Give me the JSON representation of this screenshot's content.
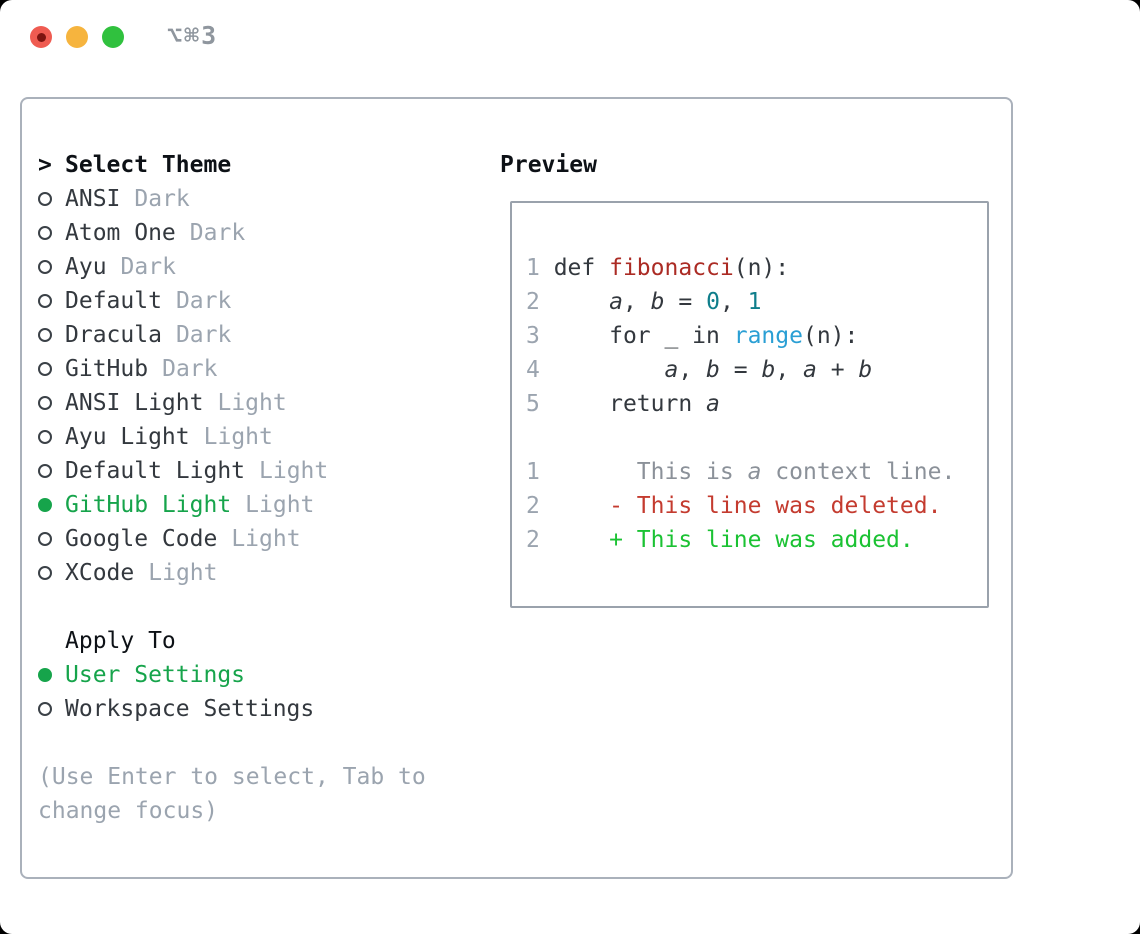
{
  "window": {
    "shortcut": "⌥⌘3"
  },
  "theme_picker": {
    "prompt_char": ">",
    "header": "Select Theme",
    "themes": [
      {
        "name": "ANSI",
        "tag": "Dark",
        "selected": false
      },
      {
        "name": "Atom One",
        "tag": "Dark",
        "selected": false
      },
      {
        "name": "Ayu",
        "tag": "Dark",
        "selected": false
      },
      {
        "name": "Default",
        "tag": "Dark",
        "selected": false
      },
      {
        "name": "Dracula",
        "tag": "Dark",
        "selected": false
      },
      {
        "name": "GitHub",
        "tag": "Dark",
        "selected": false
      },
      {
        "name": "ANSI Light",
        "tag": "Light",
        "selected": false
      },
      {
        "name": "Ayu Light",
        "tag": "Light",
        "selected": false
      },
      {
        "name": "Default Light",
        "tag": "Light",
        "selected": false
      },
      {
        "name": "GitHub Light",
        "tag": "Light",
        "selected": true
      },
      {
        "name": "Google Code",
        "tag": "Light",
        "selected": false
      },
      {
        "name": "XCode",
        "tag": "Light",
        "selected": false
      }
    ],
    "apply_to": {
      "header": "Apply To",
      "options": [
        {
          "name": "User Settings",
          "selected": true
        },
        {
          "name": "Workspace Settings",
          "selected": false
        }
      ]
    },
    "hint": "(Use Enter to select, Tab to change focus)"
  },
  "preview": {
    "header": "Preview",
    "lines": [
      {
        "kind": "code",
        "num": "1",
        "tokens": [
          {
            "s": "plain",
            "t": " def "
          },
          {
            "s": "func",
            "t": "fibonacci"
          },
          {
            "s": "plain",
            "t": "(n):"
          }
        ]
      },
      {
        "kind": "code",
        "num": "2",
        "tokens": [
          {
            "s": "plain",
            "t": "     "
          },
          {
            "s": "var",
            "t": "a"
          },
          {
            "s": "plain",
            "t": ", "
          },
          {
            "s": "var",
            "t": "b"
          },
          {
            "s": "plain",
            "t": " = "
          },
          {
            "s": "num",
            "t": "0"
          },
          {
            "s": "plain",
            "t": ", "
          },
          {
            "s": "num",
            "t": "1"
          }
        ]
      },
      {
        "kind": "code",
        "num": "3",
        "tokens": [
          {
            "s": "plain",
            "t": "     for _ in "
          },
          {
            "s": "builtin",
            "t": "range"
          },
          {
            "s": "plain",
            "t": "(n):"
          }
        ]
      },
      {
        "kind": "code",
        "num": "4",
        "tokens": [
          {
            "s": "plain",
            "t": "         "
          },
          {
            "s": "var",
            "t": "a"
          },
          {
            "s": "plain",
            "t": ", "
          },
          {
            "s": "var",
            "t": "b"
          },
          {
            "s": "plain",
            "t": " = "
          },
          {
            "s": "var",
            "t": "b"
          },
          {
            "s": "plain",
            "t": ", "
          },
          {
            "s": "var",
            "t": "a"
          },
          {
            "s": "plain",
            "t": " + "
          },
          {
            "s": "var",
            "t": "b"
          }
        ]
      },
      {
        "kind": "code",
        "num": "5",
        "tokens": [
          {
            "s": "plain",
            "t": "     return "
          },
          {
            "s": "var",
            "t": "a"
          }
        ]
      },
      {
        "kind": "blank",
        "num": "",
        "tokens": []
      },
      {
        "kind": "context",
        "num": "1",
        "tokens": [
          {
            "s": "ctx",
            "t": "       This is "
          },
          {
            "s": "ctx-var",
            "t": "a"
          },
          {
            "s": "ctx",
            "t": " context line."
          }
        ]
      },
      {
        "kind": "deleted",
        "num": "2",
        "tokens": [
          {
            "s": "del",
            "t": "     - This line was deleted."
          }
        ]
      },
      {
        "kind": "added",
        "num": "2",
        "tokens": [
          {
            "s": "add",
            "t": "     + This line was added."
          }
        ]
      }
    ]
  },
  "colors": {
    "selected_green": "#16a44b",
    "added_green": "#1bc233",
    "deleted_red": "#c43b2f",
    "function_red": "#ab2b24",
    "number_teal": "#0f7e8b",
    "builtin_blue": "#2a9fd4",
    "text_dark": "#33383e",
    "muted_gray": "#9ba4af",
    "context_gray": "#8b9199",
    "header_black": "#0d1116",
    "panel_border": "#aab1bb",
    "preview_border": "#9aa2ac",
    "traffic_red": "#ef5b51",
    "traffic_red_dot": "#7d1410",
    "traffic_yellow": "#f6b43e",
    "traffic_green": "#30c13e",
    "shortcut_gray": "#8f969e"
  }
}
